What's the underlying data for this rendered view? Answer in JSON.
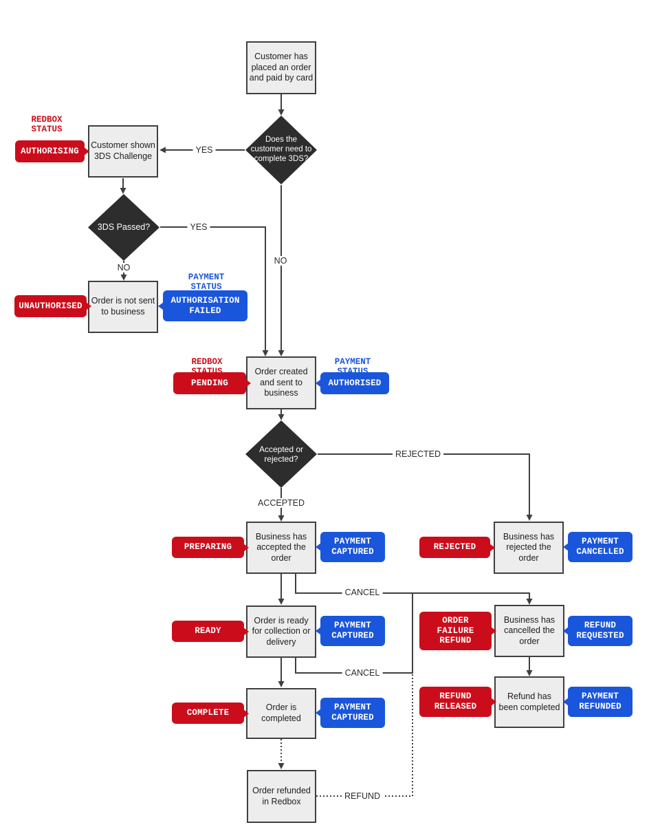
{
  "colors": {
    "red": "#cb0d1b",
    "blue": "#1a56db",
    "diamond_fill": "#2d2d2d",
    "box_fill": "#ededed",
    "line": "#3f3f3f"
  },
  "nodes": {
    "placed_order": "Customer has placed an order and paid by card",
    "shown_3ds": "Customer shown 3DS Challenge",
    "not_sent": "Order is not sent to business",
    "order_created": "Order created and sent to business",
    "accepted": "Business has accepted the order",
    "rejected": "Business has rejected the order",
    "ready": "Order is ready for collection or delivery",
    "cancelled": "Business has cancelled the order",
    "completed": "Order is completed",
    "refund_completed": "Refund has been completed",
    "refunded_redbox": "Order refunded in Redbox"
  },
  "decisions": {
    "needs_3ds": "Does the customer need to complete 3DS?",
    "passed_3ds": "3DS Passed?",
    "accepted_rejected": "Accepted or rejected?"
  },
  "headers": {
    "redbox": "REDBOX STATUS",
    "payment": "PAYMENT STATUS"
  },
  "badges": {
    "red": {
      "authorising": "AUTHORISING",
      "unauthorised": "UNAUTHORISED",
      "pending": "PENDING",
      "preparing": "PREPARING",
      "rejected": "REJECTED",
      "ready": "READY",
      "order_failure_refund": "ORDER FAILURE REFUND",
      "complete": "COMPLETE",
      "refund_released": "REFUND RELEASED"
    },
    "blue": {
      "authorisation_failed": "AUTHORISATION FAILED",
      "authorised": "AUTHORISED",
      "payment_captured": "PAYMENT CAPTURED",
      "payment_cancelled": "PAYMENT CANCELLED",
      "refund_requested": "REFUND REQUESTED",
      "payment_refunded": "PAYMENT REFUNDED"
    }
  },
  "edge_labels": {
    "yes": "YES",
    "no": "NO",
    "accepted": "ACCEPTED",
    "rejected": "REJECTED",
    "cancel": "CANCEL",
    "refund": "REFUND"
  }
}
